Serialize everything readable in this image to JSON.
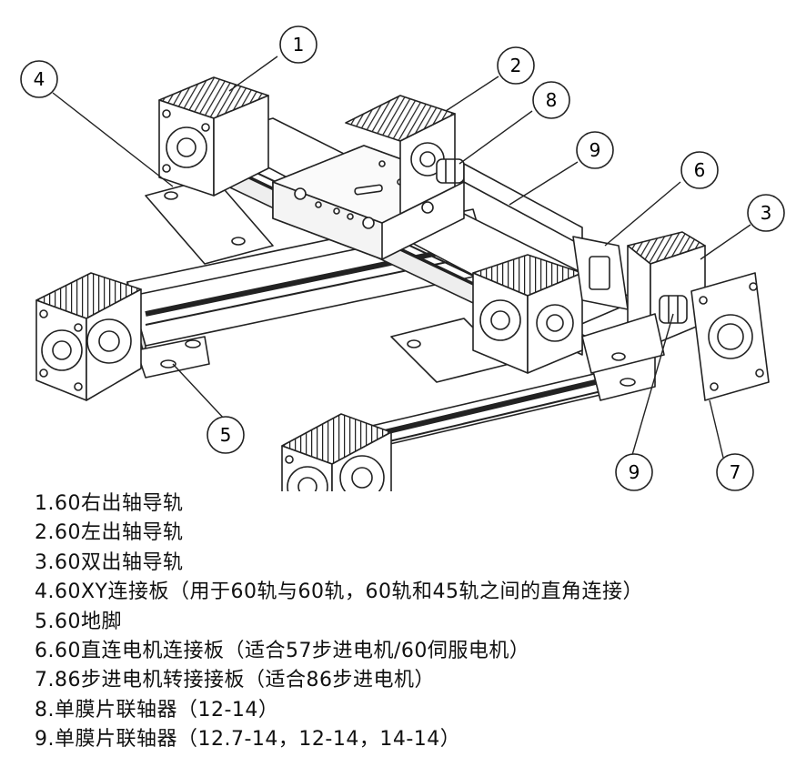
{
  "callouts": [
    {
      "id": "c1",
      "label": "1"
    },
    {
      "id": "c2",
      "label": "2"
    },
    {
      "id": "c3",
      "label": "3"
    },
    {
      "id": "c4",
      "label": "4"
    },
    {
      "id": "c5",
      "label": "5"
    },
    {
      "id": "c6",
      "label": "6"
    },
    {
      "id": "c7",
      "label": "7"
    },
    {
      "id": "c8",
      "label": "8"
    },
    {
      "id": "c9a",
      "label": "9"
    },
    {
      "id": "c9b",
      "label": "9"
    }
  ],
  "legend": [
    "1.60右出轴导轨",
    "2.60左出轴导轨",
    "3.60双出轴导轨",
    "4.60XY连接板（用于60轨与60轨，60轨和45轨之间的直角连接）",
    "5.60地脚",
    "6.60直连电机连接板（适合57步进电机/60伺服电机）",
    "7.86步进电机转接接板（适合86步进电机）",
    "8.单膜片联轴器（12-14）",
    "9.单膜片联轴器（12.7-14，12-14，14-14）"
  ]
}
